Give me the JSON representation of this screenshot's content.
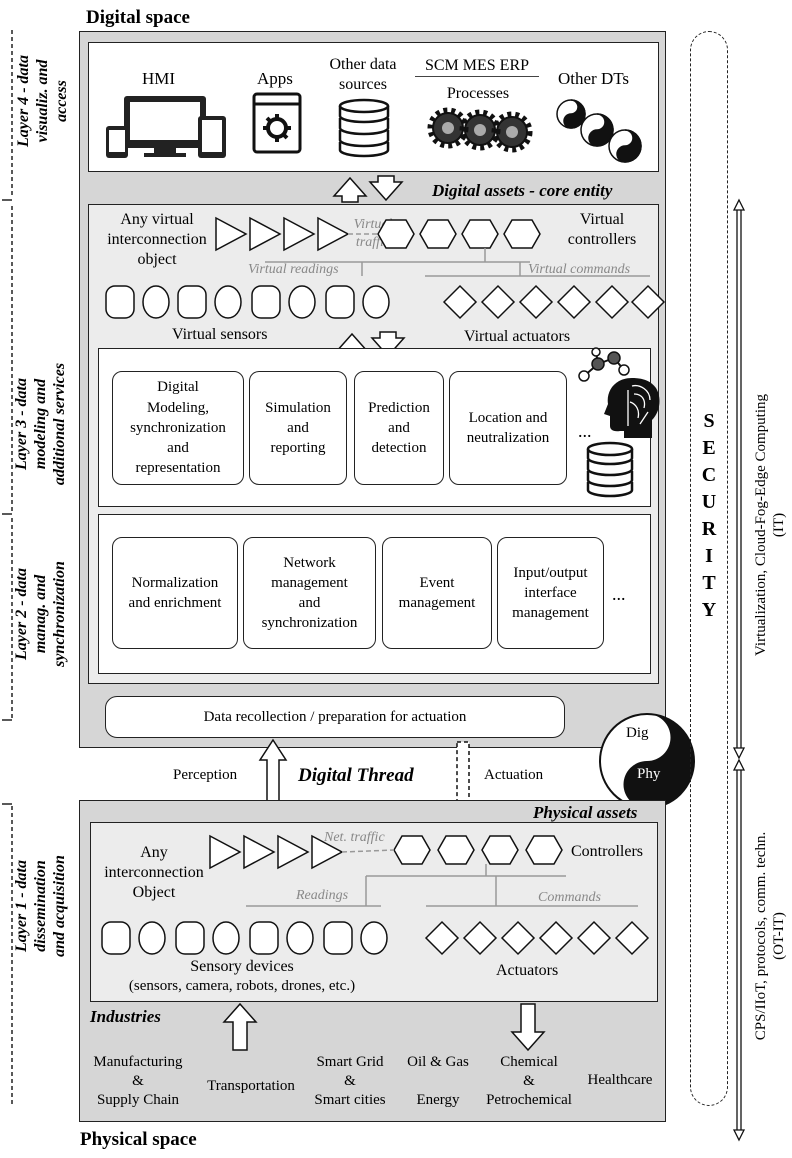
{
  "titles": {
    "digital_space": "Digital space",
    "physical_space": "Physical space",
    "digital_assets": "Digital assets - core entity",
    "physical_assets": "Physical assets",
    "digital_thread": "Digital Thread",
    "industries": "Industries"
  },
  "layers": {
    "l4": [
      "Layer 4 - data",
      "visualiz. and",
      "access"
    ],
    "l3": [
      "Layer 3 - data",
      "modeling and",
      "additional services"
    ],
    "l2": [
      "Layer 2 - data",
      "manag. and",
      "synchronization"
    ],
    "l1": [
      "Layer 1 - data",
      "dissemination",
      "and acquisition"
    ]
  },
  "layer4_items": {
    "hmi": "HMI",
    "apps": "Apps",
    "other_sources": [
      "Other data",
      "sources"
    ],
    "scm": "SCM MES ERP",
    "processes": "Processes",
    "other_dts": "Other DTs"
  },
  "virtual": {
    "object": [
      "Any virtual",
      "interconnection",
      "object"
    ],
    "traffic": [
      "Virtual",
      "traffic"
    ],
    "controllers": [
      "Virtual",
      "controllers"
    ],
    "readings": "Virtual readings",
    "commands": "Virtual commands",
    "sensors": "Virtual sensors",
    "actuators": "Virtual actuators"
  },
  "layer3_services": [
    [
      "Digital",
      "Modeling,",
      "synchronization",
      "and",
      "representation"
    ],
    [
      "Simulation",
      "and",
      "reporting"
    ],
    [
      "Prediction",
      "and",
      "detection"
    ],
    [
      "Location and",
      "neutralization"
    ]
  ],
  "layer2_services": [
    [
      "Normalization",
      "and enrichment"
    ],
    [
      "Network",
      "management",
      "and",
      "synchronization"
    ],
    [
      "Event",
      "management"
    ],
    [
      "Input/output",
      "interface",
      "management"
    ]
  ],
  "ellipsis": "...",
  "data_recollection": "Data recollection / preparation for actuation",
  "perception": "Perception",
  "actuation": "Actuation",
  "yin_yang": {
    "top": "Dig",
    "bottom": "Phy"
  },
  "physical": {
    "object": [
      "Any",
      "interconnection",
      "Object"
    ],
    "traffic": "Net. traffic",
    "controllers": "Controllers",
    "readings": "Readings",
    "commands": "Commands",
    "sensory": [
      "Sensory devices",
      "(sensors, camera, robots, drones, etc.)"
    ],
    "actuators": "Actuators"
  },
  "industries_list": [
    [
      "Manufacturing",
      "&",
      "Supply Chain"
    ],
    [
      "Transportation"
    ],
    [
      "Smart Grid",
      "&",
      "Smart cities"
    ],
    [
      "Oil & Gas",
      "",
      "Energy"
    ],
    [
      "Chemical",
      "&",
      "Petrochemical"
    ],
    [
      "Healthcare"
    ]
  ],
  "security": [
    "S",
    "E",
    "C",
    "U",
    "R",
    "I",
    "T",
    "Y"
  ],
  "right_labels": {
    "it": [
      "Virtualization, Cloud-Fog-Edge Computing",
      "(IT)"
    ],
    "otit": [
      "CPS/IIoT, protocols, comm. techn.",
      "(OT-IT)"
    ]
  }
}
